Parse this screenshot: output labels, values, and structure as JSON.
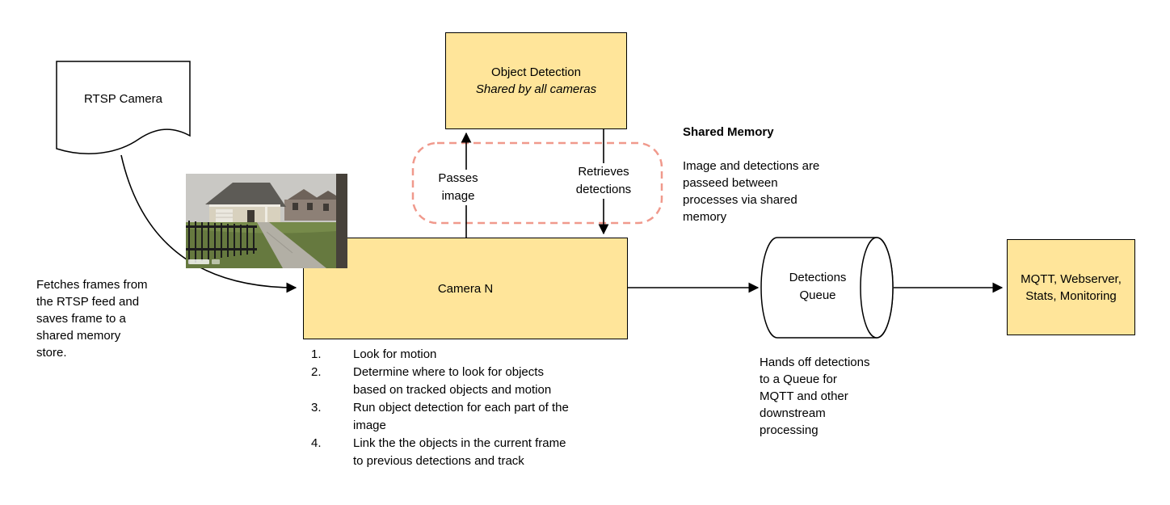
{
  "diagram": {
    "rtsp": {
      "label": "RTSP Camera"
    },
    "object_detection": {
      "title": "Object Detection",
      "subtitle": "Shared by all cameras"
    },
    "camera_n": {
      "label": "Camera N"
    },
    "queue": {
      "label": "Detections\nQueue"
    },
    "sinks": {
      "label": "MQTT, Webserver,\nStats, Monitoring"
    },
    "edges": {
      "passes_image": "Passes\nimage",
      "retrieves_detections": "Retrieves\ndetections"
    },
    "notes": {
      "shared_memory_title": "Shared Memory",
      "shared_memory_body": "Image and detections are\npasseed between\nprocesses via shared\nmemory",
      "fetch": "Fetches frames from\nthe RTSP feed and\nsaves frame to a\nshared memory\nstore.",
      "handoff": "Hands off detections\nto a Queue for\nMQTT and other\ndownstream\nprocessing"
    },
    "steps": [
      "Look for motion",
      "Determine where to look for objects\nbased on tracked objects and motion",
      "Run object detection for each part of the\nimage",
      "Link the the objects in the current frame\nto previous detections and track"
    ],
    "colors": {
      "node_fill": "#FFE59A",
      "node_border": "#000000",
      "shared_region_border": "#F0998C",
      "arrow": "#000000"
    }
  }
}
